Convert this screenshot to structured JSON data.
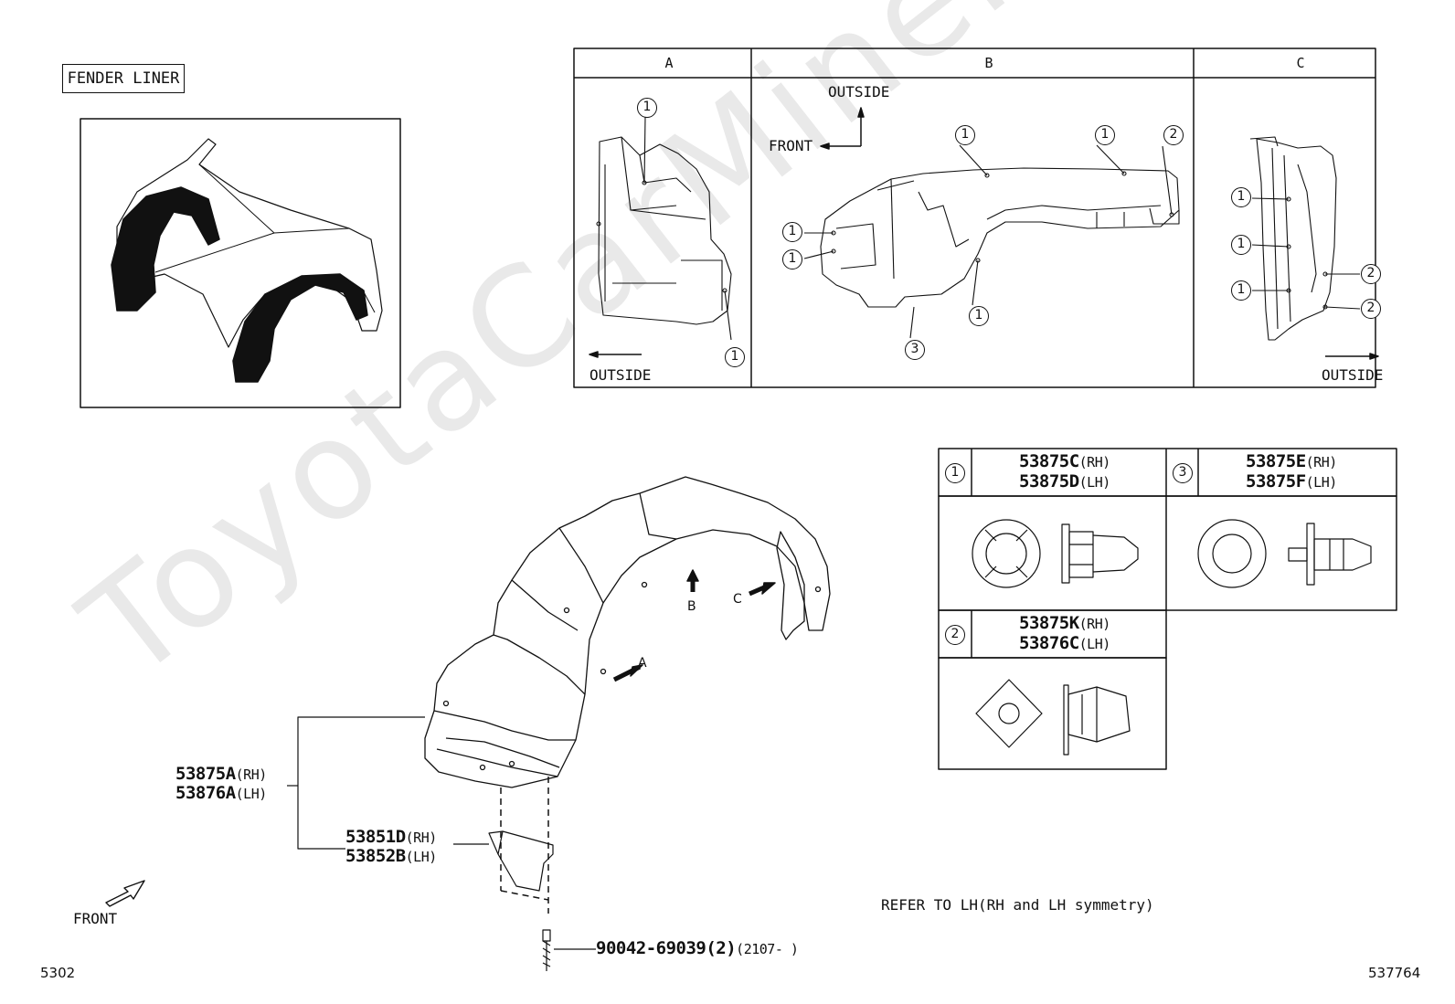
{
  "title": "FENDER LINER",
  "watermark": "ToyotaCarMiner.ru",
  "table_top": {
    "headers": [
      "A",
      "B",
      "C"
    ],
    "labels": {
      "outside": "OUTSIDE",
      "front": "FRONT"
    },
    "callout_1": "1",
    "callout_2": "2",
    "callout_3": "3"
  },
  "clips": [
    {
      "num": "1",
      "rh": "53875C",
      "lh": "53875D"
    },
    {
      "num": "3",
      "rh": "53875E",
      "lh": "53875F"
    },
    {
      "num": "2",
      "rh": "53875K",
      "lh": "53876C"
    }
  ],
  "side_rh": "(RH)",
  "side_lh": "(LH)",
  "main_parts": {
    "liner_rh": "53875A",
    "liner_lh": "53876A",
    "bracket_rh": "53851D",
    "bracket_lh": "53852B",
    "screw": "90042-69039",
    "screw_qty": "(2)",
    "screw_date": "(2107-      )"
  },
  "view_arrows": {
    "a": "A",
    "b": "B",
    "c": "C"
  },
  "front_label": "FRONT",
  "note": "REFER TO LH(RH and LH symmetry)",
  "page_left": "5302",
  "page_right": "537764"
}
